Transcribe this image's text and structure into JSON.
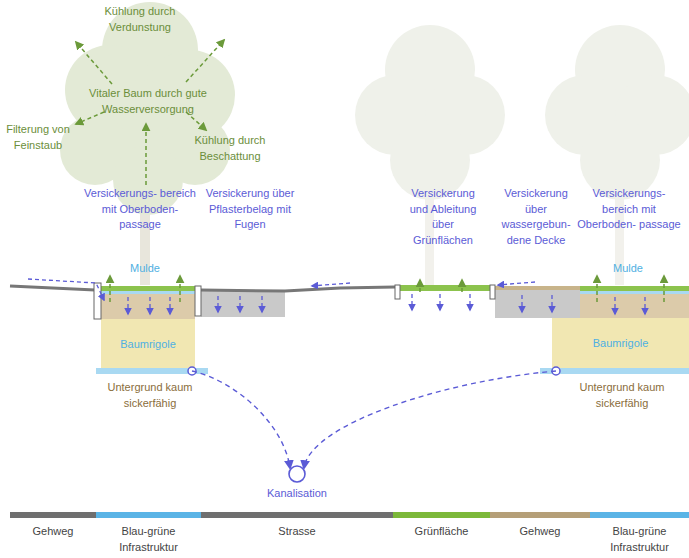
{
  "diagram": {
    "nodes": [
      {
        "text": [
          "Baumrigole"
        ]
      },
      {
        "text": [
          "Kanalisation"
        ]
      },
      {
        "text": [
          "Baumrigole"
        ]
      },
      {
        "text": [
          "Gehweg"
        ]
      },
      {
        "text": [
          "Blau-grüne Infrastruktur"
        ]
      },
      {
        "text": [
          "Strasse"
        ]
      },
      {
        "text": [
          "Grünfläche"
        ]
      },
      {
        "text": [
          "Gehweg"
        ]
      },
      {
        "text": [
          "Blau-grüne Infrastruktur"
        ]
      }
    ],
    "edges": [
      {
        "from": 0,
        "to": 1,
        "arrow": "to"
      },
      {
        "from": 2,
        "to": 1,
        "arrow": "to"
      }
    ],
    "labels": [
      "Kühlung durch Verdunstung",
      "Vitaler Baum durch gute Wasserversorgung",
      "Filterung von Feinstaub",
      "Kühlung durch Beschattung",
      "Versickerungs- bereich mit Oberboden- passage",
      "Versickerung über Pflasterbelag mit Fugen",
      "Versickerung und Ableitung über Grünflächen",
      "Versickerung über wassergebun- dene Decke",
      "Versickerungs- bereich mit Oberboden- passage",
      "Mulde",
      "Mulde",
      "Untergrund kaum sickerfähig",
      "Untergrund kaum sickerfähig"
    ]
  }
}
